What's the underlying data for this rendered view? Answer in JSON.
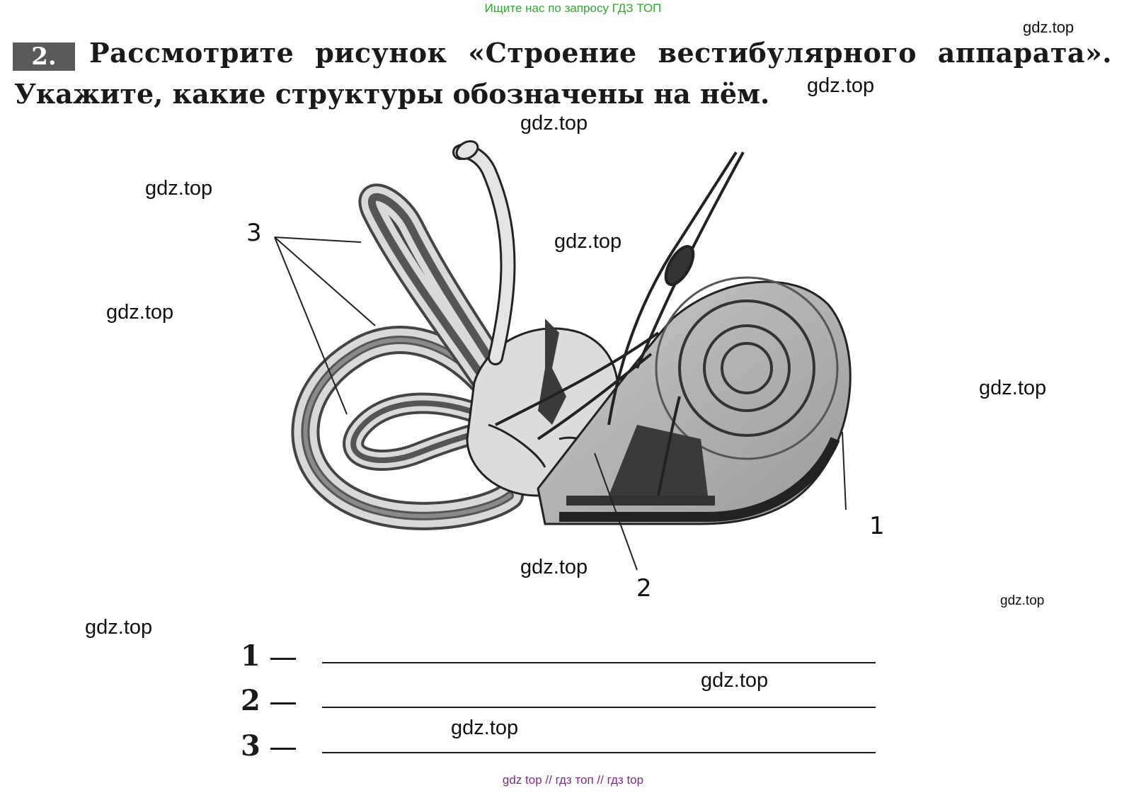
{
  "banner": "Ищите нас по запросу ГДЗ ТОП",
  "task": {
    "number": "2.",
    "line1_plain": "Рассмотрите рисунок",
    "line1_title": "«Строение вестибулярного аппарата».",
    "line2": "Укажите, какие структуры обозначены на нём."
  },
  "figure": {
    "labels": [
      "1",
      "2",
      "3"
    ]
  },
  "answers": [
    {
      "num": "1"
    },
    {
      "num": "2"
    },
    {
      "num": "3"
    }
  ],
  "watermarks": [
    "gdz.top",
    "gdz.top",
    "gdz.top",
    "gdz.top",
    "gdz.top",
    "gdz.top",
    "gdz.top",
    "gdz.top",
    "gdz.top",
    "gdz.top",
    "gdz.top",
    "gdz.top"
  ],
  "footer": "gdz top  //  гдз топ  //  гдз top",
  "colors": {
    "banner": "#2eaa2e",
    "footer": "#7a2a8a",
    "number_box": "#5a5a5a"
  }
}
